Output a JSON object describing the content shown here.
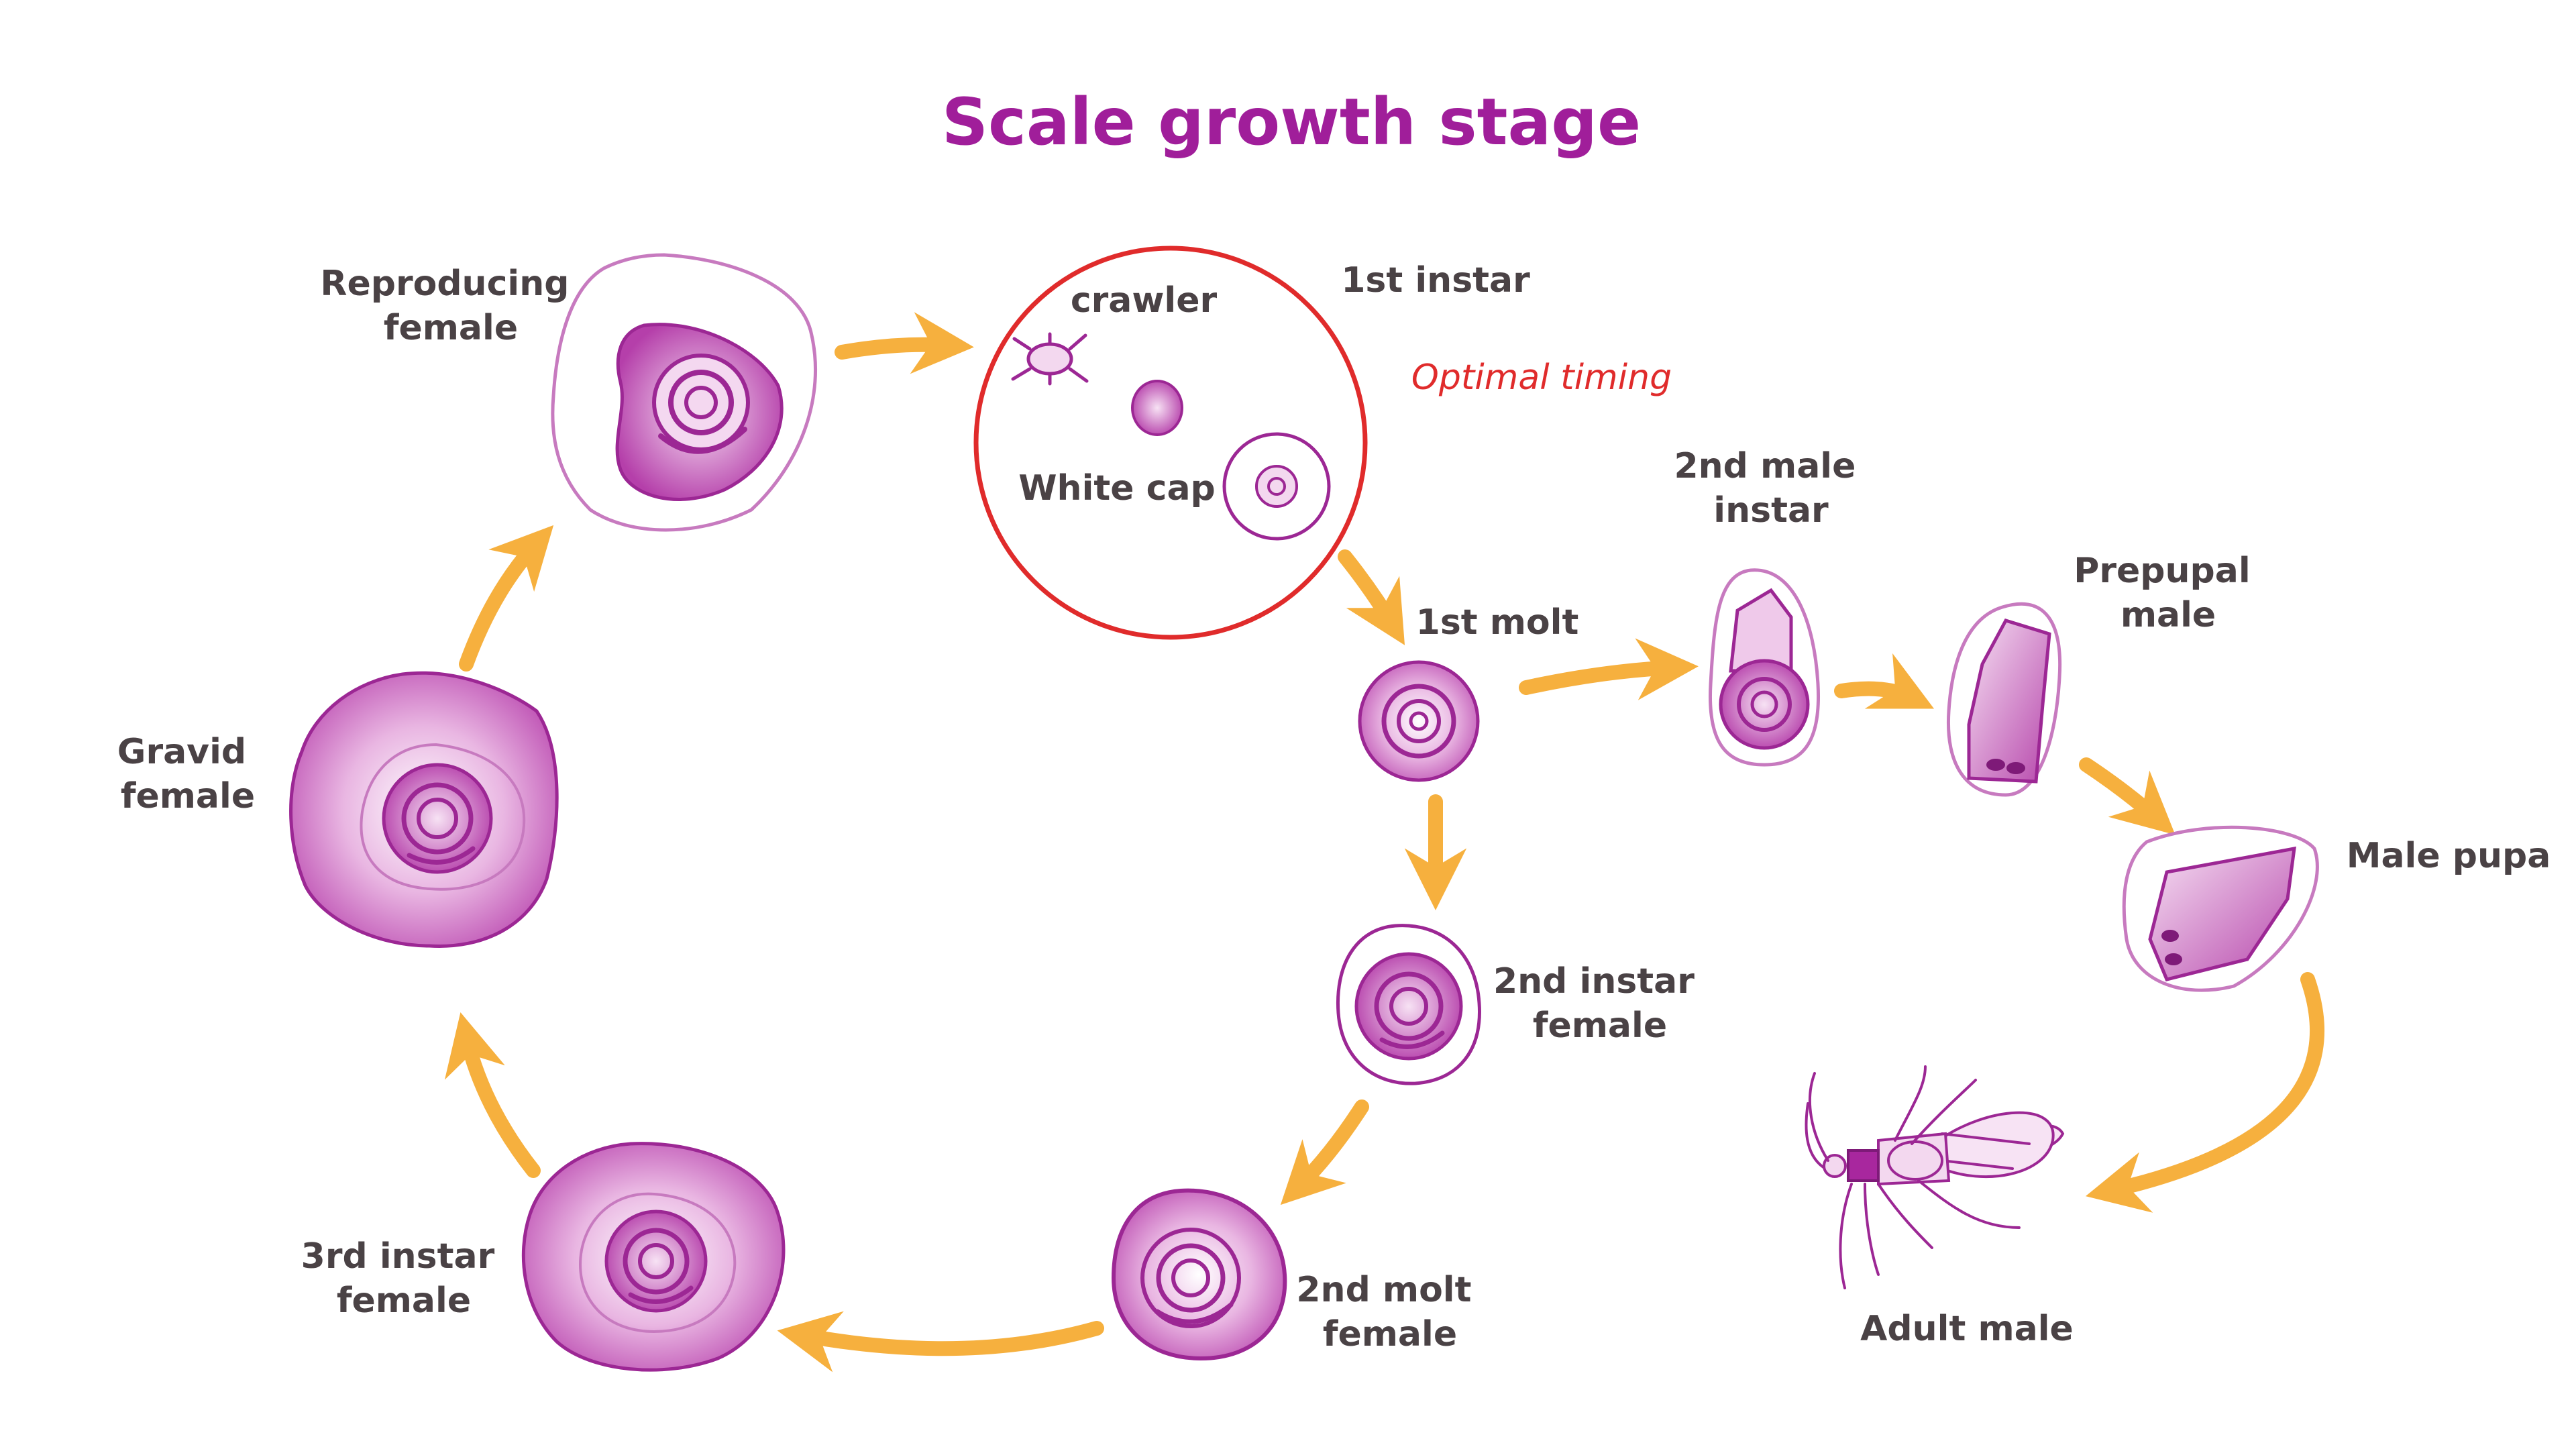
{
  "title": "Scale growth stage",
  "colors": {
    "accent": "#A01E9A",
    "arrow": "#F6B03E",
    "label": "#4A4245",
    "highlight": "#E02B2B",
    "scale_fill_light": "#F3D8EF",
    "scale_fill_mid": "#D98BD0",
    "scale_fill_dark": "#A8279E",
    "outline": "#9C2794"
  },
  "labels": {
    "reproducing_female": [
      "Reproducing",
      "female"
    ],
    "crawler": "crawler",
    "first_instar": "1st instar",
    "optimal_timing": "Optimal timing",
    "white_cap": "White cap",
    "first_molt": "1st molt",
    "second_male_instar": [
      "2nd male",
      "instar"
    ],
    "prepupal_male": [
      "Prepupal",
      "male"
    ],
    "male_pupa": "Male pupa",
    "adult_male": "Adult male",
    "gravid_female": [
      "Gravid",
      "female"
    ],
    "second_instar_female": [
      "2nd instar",
      "female"
    ],
    "third_instar_female": [
      "3rd instar",
      "female"
    ],
    "second_molt_female": [
      "2nd molt",
      "female"
    ]
  }
}
